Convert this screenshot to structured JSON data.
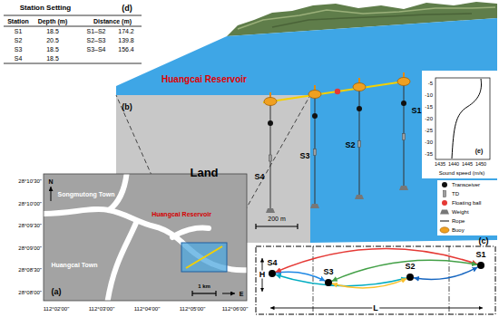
{
  "diagram": {
    "nodes": [
      {
        "text": [
          "S4"
        ]
      },
      {
        "text": [
          "S3"
        ]
      },
      {
        "text": [
          "S2"
        ]
      },
      {
        "text": [
          "S1"
        ]
      }
    ],
    "edges": [
      {
        "from": 0,
        "to": 1,
        "arrow": "both"
      },
      {
        "from": 0,
        "to": 2,
        "arrow": "both"
      },
      {
        "from": 0,
        "to": 3,
        "arrow": "both"
      },
      {
        "from": 1,
        "to": 2,
        "arrow": "both"
      },
      {
        "from": 1,
        "to": 3,
        "arrow": "both"
      },
      {
        "from": 2,
        "to": 3,
        "arrow": "both"
      }
    ],
    "labels": [
      "(d)",
      "Station Setting",
      "Station",
      "Depth (m)",
      "Distance (m)",
      "S1",
      "18.5",
      "S1–S2",
      "174.2",
      "S2",
      "20.5",
      "S2–S3",
      "139.8",
      "S3",
      "18.5",
      "S3–S4",
      "156.4",
      "S4",
      "18.5",
      "Huangcai Reservoir",
      "Land",
      "(b)",
      "200 m",
      "S4",
      "S3",
      "S2",
      "S1",
      "(e)",
      "-5",
      "-10",
      "-15",
      "-20",
      "-25",
      "-30",
      "-35",
      "1435",
      "1440",
      "1445",
      "1450",
      "Sound speed (m/s)",
      "(c)",
      "H",
      "L",
      "(a)",
      "N",
      "E",
      "28°10'30\"",
      "28°10'00\"",
      "28°09'30\"",
      "28°09'00\"",
      "28°08'30\"",
      "28°08'00\"",
      "112°02'00\"",
      "112°03'00\"",
      "112°04'00\"",
      "112°05'00\"",
      "112°06'00\"",
      "Songmutong Town",
      "Huangcai Reservoir",
      "Huangcai Town",
      "1 km"
    ],
    "legend": [
      {
        "text": "Transceiver"
      },
      {
        "text": "TD"
      },
      {
        "text": "Floating ball"
      },
      {
        "text": "Weight"
      },
      {
        "text": "Rope"
      },
      {
        "text": "Buoy"
      }
    ]
  }
}
